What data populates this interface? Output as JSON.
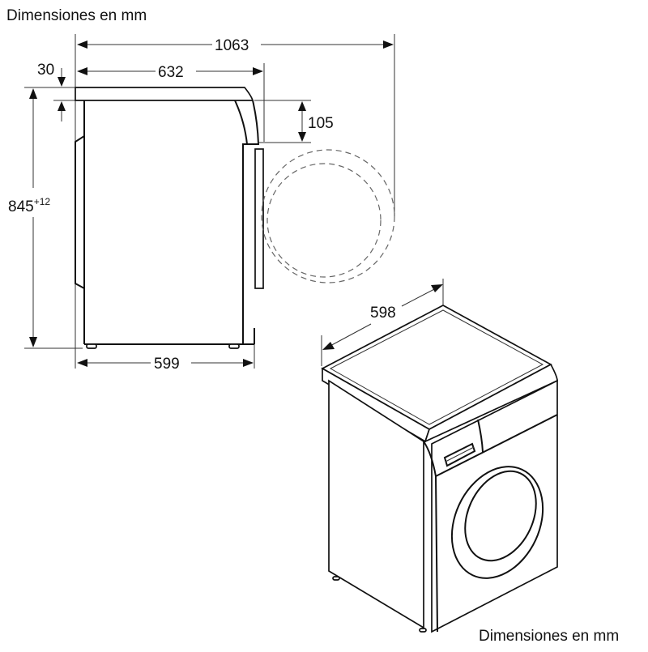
{
  "titles": {
    "top_left": "Dimensiones en mm",
    "bottom_right": "Dimensiones en mm"
  },
  "side_view": {
    "total_depth_with_door": "1063",
    "depth_with_top": "632",
    "top_thickness": "30",
    "height": "845",
    "height_tolerance": "+12",
    "door_offset": "105",
    "base_depth": "599"
  },
  "iso_view": {
    "width": "598"
  },
  "colors": {
    "line": "#111111",
    "dashed": "#666666",
    "background": "#ffffff"
  }
}
